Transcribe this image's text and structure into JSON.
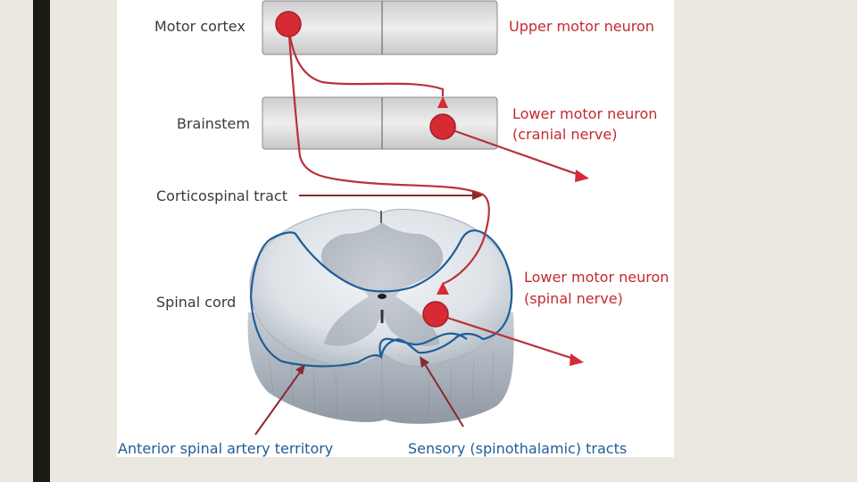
{
  "figure": {
    "labels": {
      "motor_cortex": "Motor cortex",
      "brainstem": "Brainstem",
      "corticospinal_tract": "Corticospinal tract",
      "spinal_cord": "Spinal cord",
      "upper_motor_neuron": "Upper motor neuron",
      "lower_motor_neuron_cranial_line1": "Lower motor neuron",
      "lower_motor_neuron_cranial_line2": "(cranial nerve)",
      "lower_motor_neuron_spinal_line1": "Lower motor neuron",
      "lower_motor_neuron_spinal_line2": "(spinal nerve)",
      "anterior_spinal_artery_territory": "Anterior spinal artery territory",
      "sensory_tracts": "Sensory (spinothalamic) tracts"
    },
    "colors": {
      "neuron_red": "#d62a35",
      "pathway_red": "#b8313a",
      "territory_blue": "#1f5d97",
      "label_dark": "#3a3a3a",
      "arrow_dark": "#8a2a30",
      "box_fill": "#dcdada"
    }
  }
}
